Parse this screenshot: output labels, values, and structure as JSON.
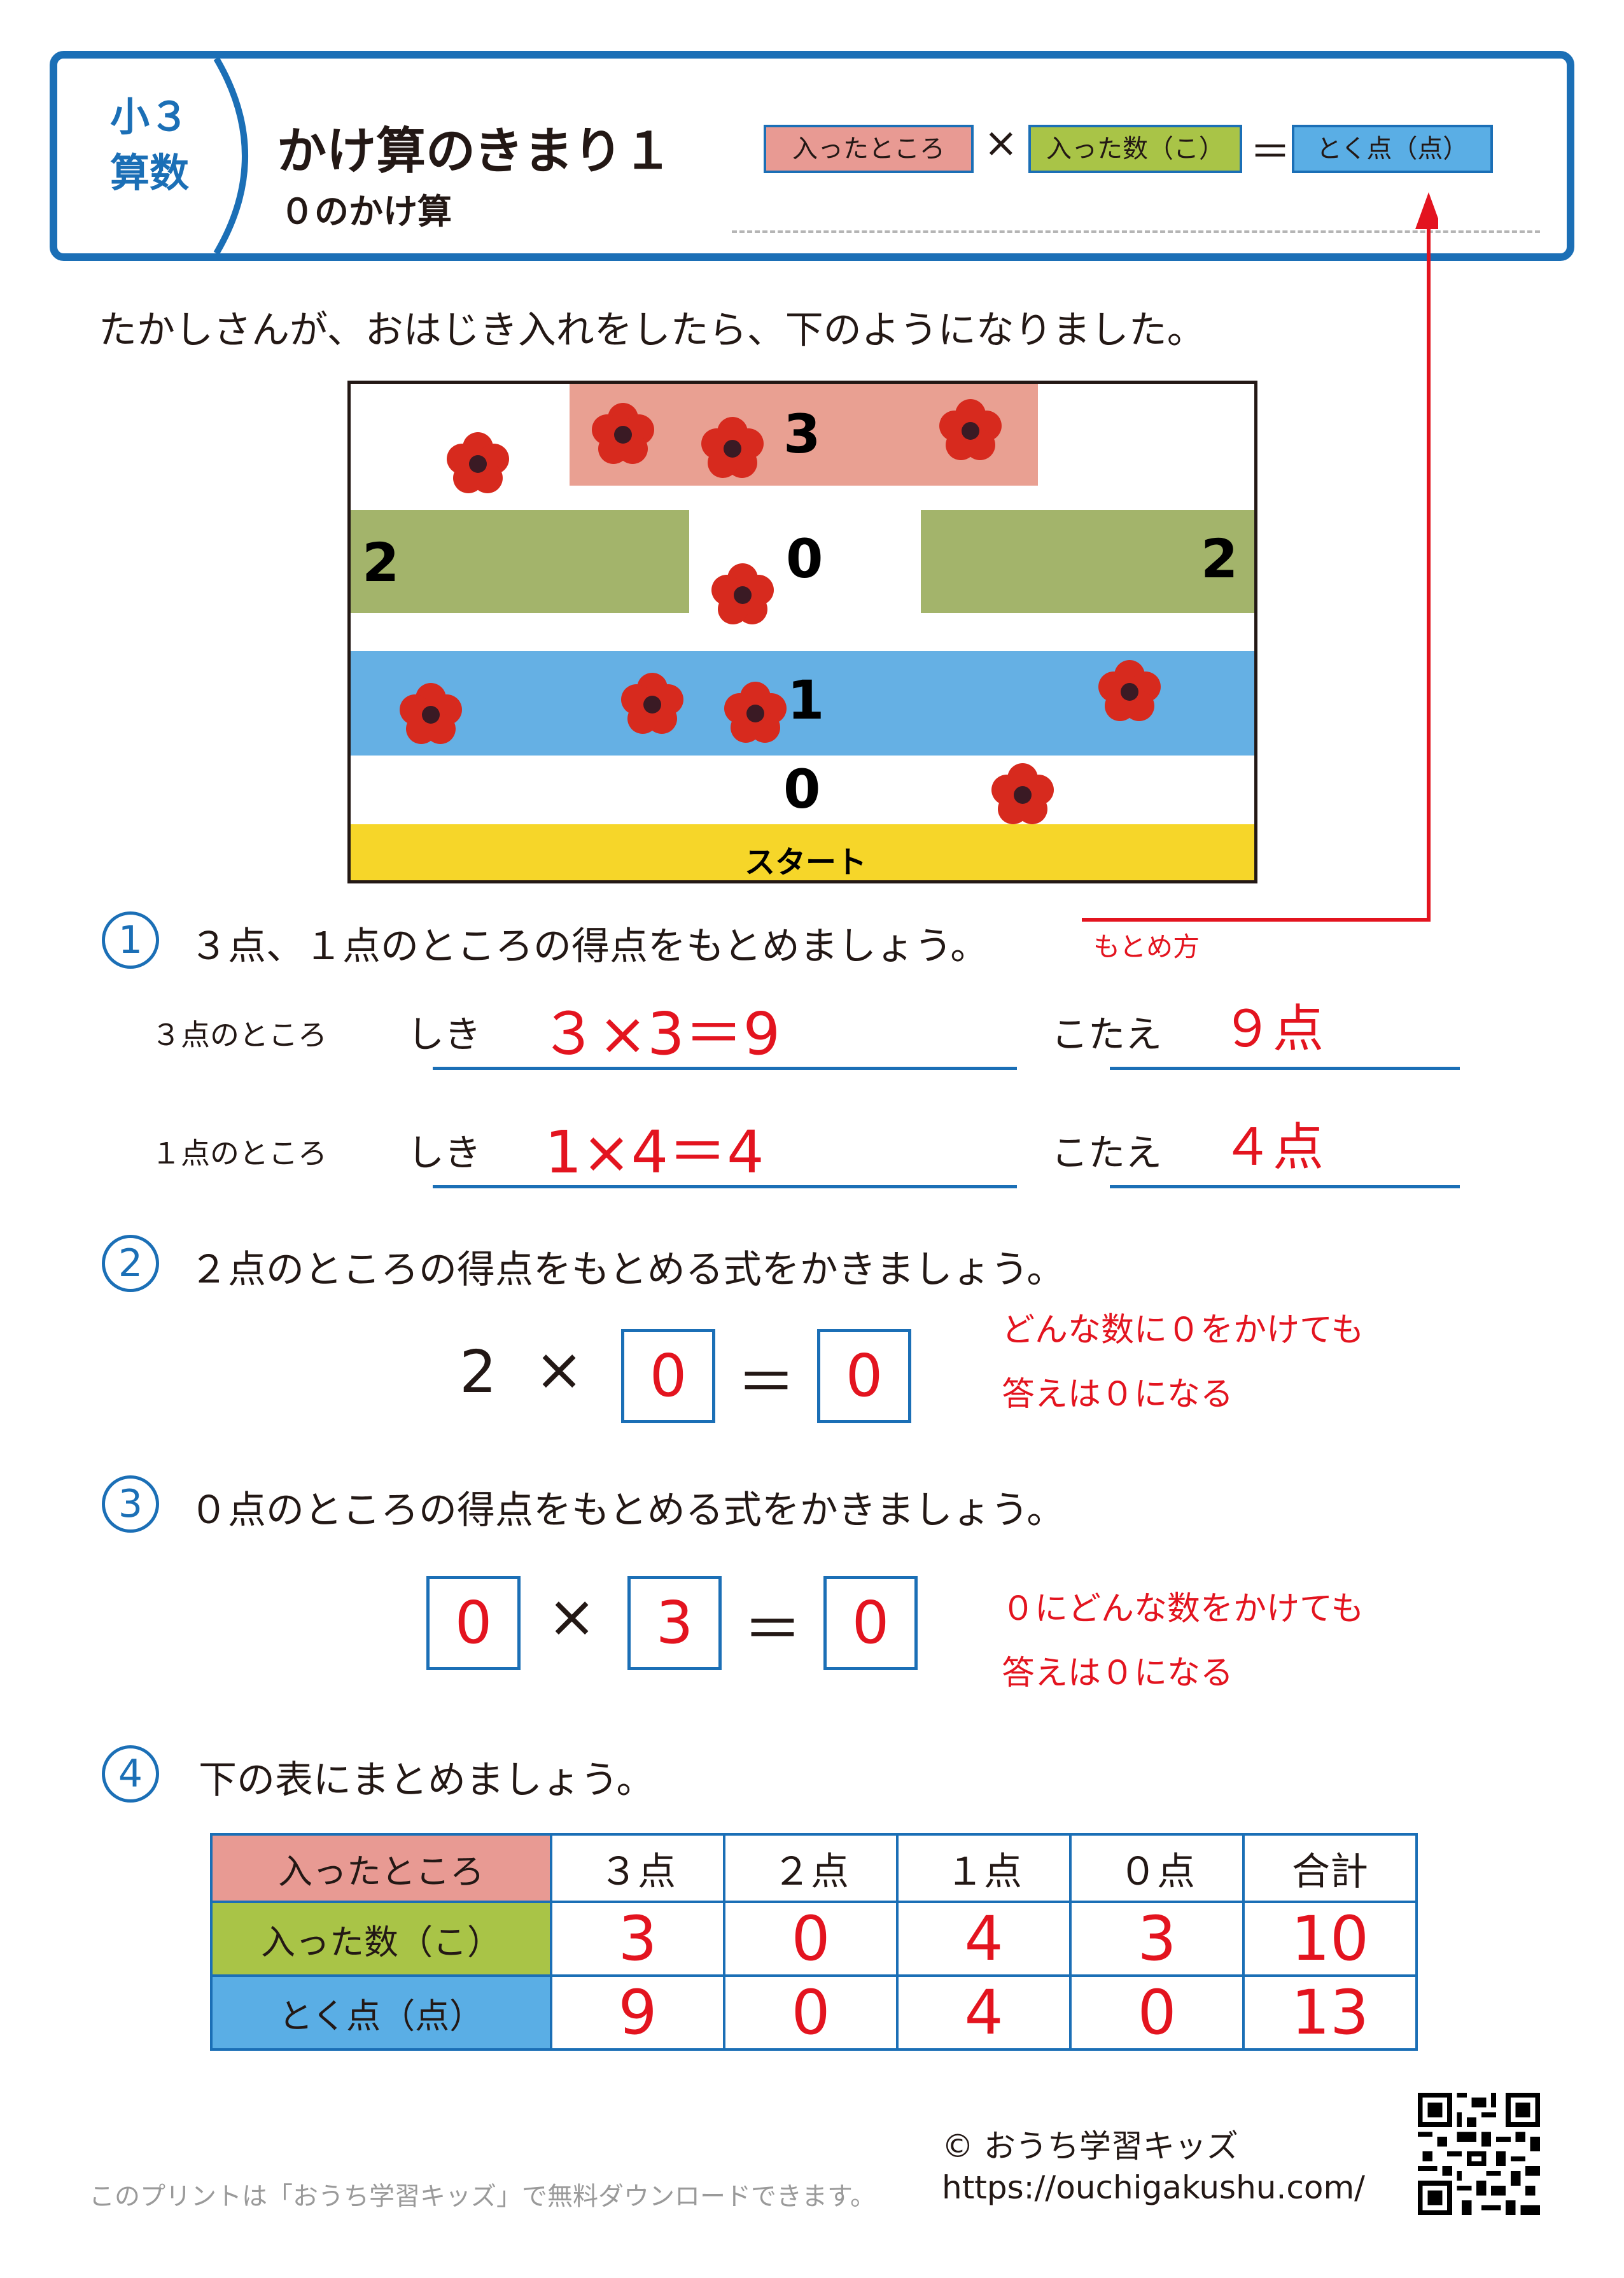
{
  "header": {
    "grade": "小３",
    "subject": "算数",
    "title": "かけ算のきまり１",
    "subtitle": "０のかけ算",
    "formula": {
      "term1": "入ったところ",
      "op1": "×",
      "term2": "入った数（こ）",
      "op2": "＝",
      "term3": "とく点（点）"
    },
    "colors": {
      "accent": "#1b6fb6",
      "pink": "#e89a93",
      "green": "#a9c447",
      "blue": "#5aaee5",
      "yellow": "#f6d629",
      "answer_red": "#e3141f"
    }
  },
  "intro": "たかしさんが、おはじき入れをしたら、下のようになりました。",
  "board": {
    "zones": [
      {
        "points": "3",
        "color": "#e9a092"
      },
      {
        "points": "2",
        "color": "#a3b46b"
      },
      {
        "points": "0",
        "color": "#ffffff"
      },
      {
        "points": "2",
        "color": "#a3b46b"
      },
      {
        "points": "1",
        "color": "#65b0e4"
      },
      {
        "points": "0",
        "color": "#ffffff"
      }
    ],
    "start_label": "スタート",
    "marbles_icon": "flower-marble-icon"
  },
  "method_note": "もとめ方",
  "q1": {
    "num": "1",
    "text": "３点、１点のところの得点をもとめましょう。",
    "rows": [
      {
        "place": "３点のところ",
        "shiki_label": "しき",
        "shiki": "３×3＝9",
        "kotae_label": "こたえ",
        "kotae": "９点"
      },
      {
        "place": "１点のところ",
        "shiki_label": "しき",
        "shiki": "1×4＝4",
        "kotae_label": "こたえ",
        "kotae": "４点"
      }
    ]
  },
  "q2": {
    "num": "2",
    "text": "２点のところの得点をもとめる式をかきましょう。",
    "lhs": "2",
    "times": "×",
    "box1": "0",
    "equals": "＝",
    "box2": "0",
    "note1": "どんな数に０をかけても",
    "note2": "答えは０になる"
  },
  "q3": {
    "num": "3",
    "text": "０点のところの得点をもとめる式をかきましょう。",
    "box1": "0",
    "times": "×",
    "box2": "3",
    "equals": "＝",
    "box3": "0",
    "note1": "０にどんな数をかけても",
    "note2": "答えは０になる"
  },
  "q4": {
    "num": "4",
    "text": "下の表にまとめましょう。",
    "table": {
      "header": [
        "入ったところ",
        "３点",
        "２点",
        "１点",
        "０点",
        "合計"
      ],
      "row_count_label": "入った数（こ）",
      "row_count": [
        "3",
        "0",
        "4",
        "3",
        "10"
      ],
      "row_score_label": "とく点（点）",
      "row_score": [
        "9",
        "0",
        "4",
        "0",
        "13"
      ]
    }
  },
  "footer": {
    "note": "このプリントは「おうち学習キッズ」で無料ダウンロードできます。",
    "copyright": "© おうち学習キッズ",
    "url": "https://ouchigakushu.com/",
    "qr_icon": "qr-code-icon"
  }
}
